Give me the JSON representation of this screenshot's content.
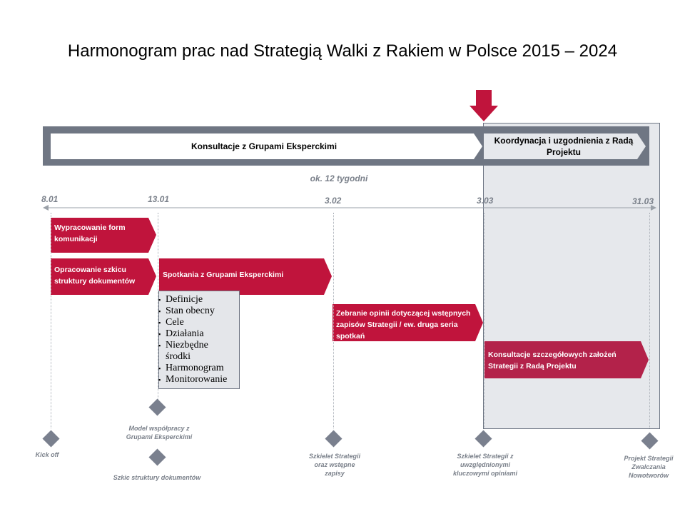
{
  "title": "Harmonogram prac nad Strategią Walki z Rakiem w Polsce 2015 – 2024",
  "stages": [
    {
      "label": "Konsultacje z Grupami Eksperckimi"
    },
    {
      "label": "Koordynacja i uzgodnienia z Radą Projektu"
    }
  ],
  "duration_label": "ok. 12 tygodni",
  "dates": [
    "8.01",
    "13.01",
    "3.02",
    "3.03",
    "31.03"
  ],
  "tasks": [
    {
      "label": "Wypracowanie form komunikacji"
    },
    {
      "label": "Opracowanie szkicu struktury dokumentów"
    },
    {
      "label": "Spotkania z Grupami Eksperckimi"
    },
    {
      "label": "Zebranie opinii dotyczącej wstępnych zapisów Strategii / ew. druga seria spotkań"
    },
    {
      "label": "Konsultacje szczegółowych założeń Strategii z Radą Projektu"
    }
  ],
  "topics": [
    "Definicje",
    "Stan obecny",
    "Cele",
    "Działania",
    "Niezbędne środki",
    "Harmonogram",
    "Monitorowanie"
  ],
  "milestones": [
    {
      "label": "Kick off"
    },
    {
      "label": "Model współpracy z Grupami Eksperckimi"
    },
    {
      "label": "Szkic struktury dokumentów"
    },
    {
      "label": "Szkielet Strategii oraz wstępne zapisy"
    },
    {
      "label": "Szkielet Strategii z uwzględnionymi kluczowymi opiniami"
    },
    {
      "label": "Projekt Strategii Zwalczania Nowotworów"
    }
  ],
  "colors": {
    "accent": "#c0143c",
    "gray": "#6f7683",
    "panel": "#e6e8ec"
  }
}
